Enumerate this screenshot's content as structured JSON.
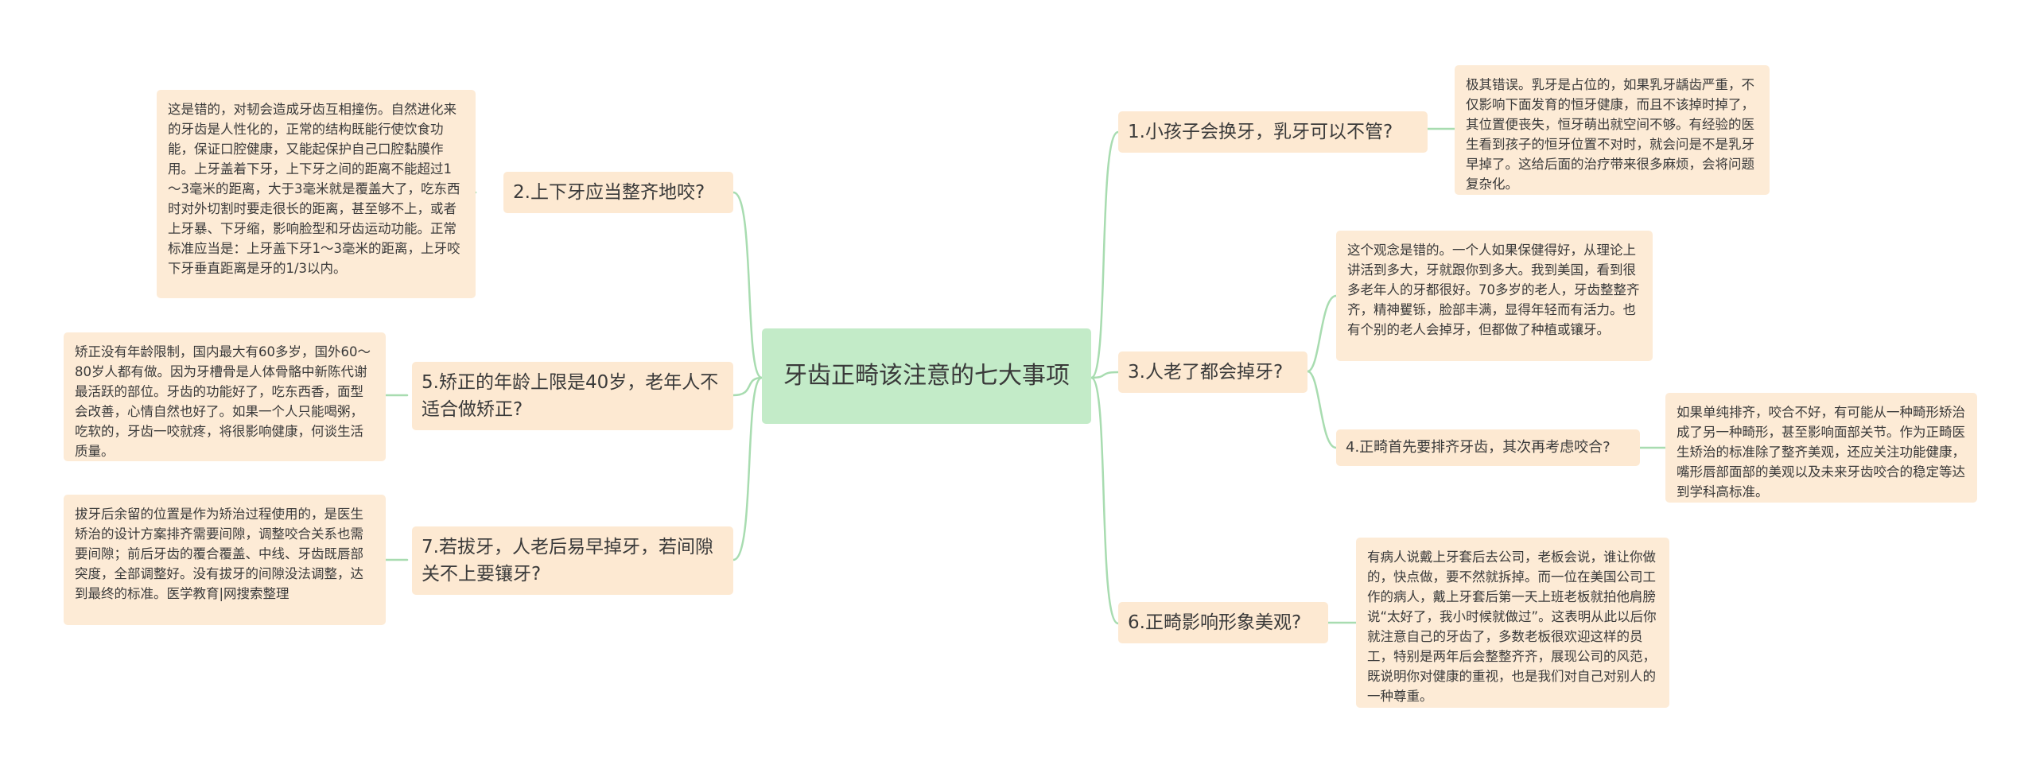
{
  "root": "牙齿正畸该注意的七大事项",
  "branches": {
    "b1": "1.小孩子会换牙，乳牙可以不管?",
    "b2": "2.上下牙应当整齐地咬?",
    "b3": "3.人老了都会掉牙?",
    "b4": "4.正畸首先要排齐牙齿，其次再考虑咬合?",
    "b5": "5.矫正的年龄上限是40岁，老年人不适合做矫正?",
    "b6": "6.正畸影响形象美观?",
    "b7": "7.若拔牙，人老后易早掉牙，若间隙关不上要镶牙?"
  },
  "leaves": {
    "l1": "极其错误。乳牙是占位的，如果乳牙龋齿严重，不仅影响下面发育的恒牙健康，而且不该掉时掉了，其位置便丧失，恒牙萌出就空间不够。有经验的医生看到孩子的恒牙位置不对时，就会问是不是乳牙早掉了。这给后面的治疗带来很多麻烦，会将问题复杂化。",
    "l2": "这是错的，对韧会造成牙齿互相撞伤。自然进化来的牙齿是人性化的，正常的结构既能行使饮食功能，保证口腔健康，又能起保护自己口腔黏膜作用。上牙盖着下牙，上下牙之间的距离不能超过1～3毫米的距离，大于3毫米就是覆盖大了，吃东西时对外切割时要走很长的距离，甚至够不上，或者上牙暴、下牙缩，影响脸型和牙齿运动功能。正常标准应当是：上牙盖下牙1～3毫米的距离，上牙咬下牙垂直距离是牙的1/3以内。",
    "l3": "这个观念是错的。一个人如果保健得好，从理论上讲活到多大，牙就跟你到多大。我到美国，看到很多老年人的牙都很好。70多岁的老人，牙齿整整齐齐，精神矍铄，脸部丰满，显得年轻而有活力。也有个别的老人会掉牙，但都做了种植或镶牙。",
    "l4": "如果单纯排齐，咬合不好，有可能从一种畸形矫治成了另一种畸形，甚至影响面部关节。作为正畸医生矫治的标准除了整齐美观，还应关注功能健康，嘴形唇部面部的美观以及未来牙齿咬合的稳定等达到学科高标准。",
    "l5": "矫正没有年龄限制，国内最大有60多岁，国外60～80岁人都有做。因为牙槽骨是人体骨骼中新陈代谢最活跃的部位。牙齿的功能好了，吃东西香，面型会改善，心情自然也好了。如果一个人只能喝粥，吃软的，牙齿一咬就疼，将很影响健康，何谈生活质量。",
    "l6": "有病人说戴上牙套后去公司，老板会说，谁让你做的，快点做，要不然就拆掉。而一位在美国公司工作的病人，戴上牙套后第一天上班老板就拍他肩膀说“太好了，我小时候就做过”。这表明从此以后你就注意自己的牙齿了，多数老板很欢迎这样的员工，特别是两年后会整整齐齐，展现公司的风范，既说明你对健康的重视，也是我们对自己对别人的一种尊重。",
    "l7": "拔牙后余留的位置是作为矫治过程使用的，是医生矫治的设计方案排齐需要间隙，调整咬合关系也需要间隙；前后牙齿的覆合覆盖、中线、牙齿既唇部突度，全部调整好。没有拔牙的间隙没法调整，达到最终的标准。医学教育|网搜索整理"
  },
  "colors": {
    "root_fill": "#c3ebc8",
    "branch_fill": "#fde9d2",
    "line": "#a8dcb0",
    "text": "#3a3a3a"
  }
}
